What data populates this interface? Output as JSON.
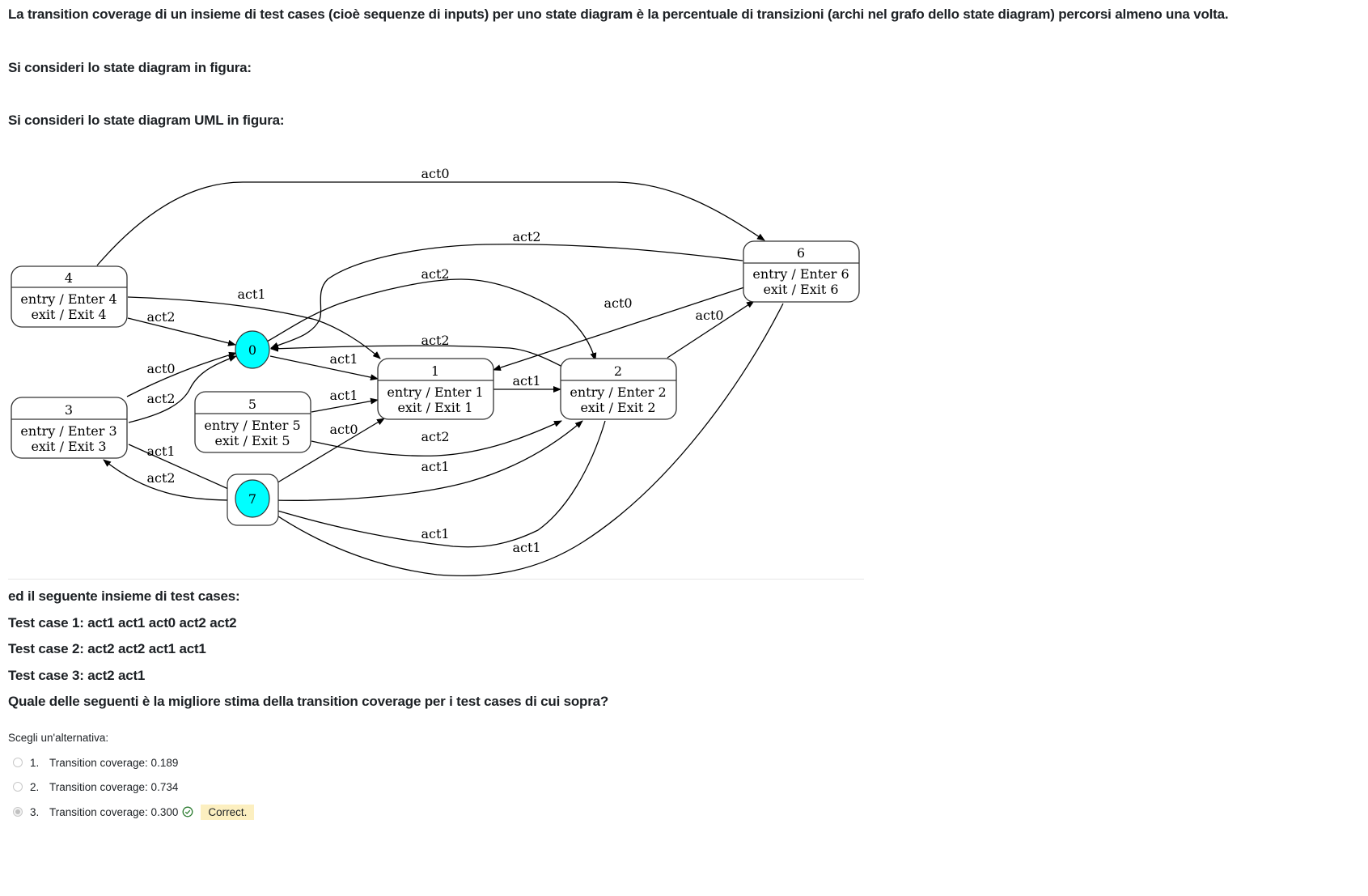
{
  "question": {
    "intro": "La transition coverage di un insieme di test cases (cioè sequenze di inputs) per uno state diagram è la percentuale di transizioni (archi nel grafo dello state diagram) percorsi almeno una volta.",
    "consider1": "Si consideri lo state diagram in figura:",
    "consider2": "Si consideri lo state diagram UML in figura:",
    "tc_intro": "ed il seguente insieme di test cases:",
    "test_cases": [
      "Test case 1: act1 act1 act0 act2 act2",
      "Test case 2: act2 act2 act1 act1",
      "Test case 3: act2 act1"
    ],
    "question_text": "Quale delle seguenti è la migliore stima della transition coverage per i test cases di cui sopra?"
  },
  "diagram": {
    "states": [
      {
        "id": "0",
        "kind": "initial",
        "label": "0"
      },
      {
        "id": "1",
        "kind": "state",
        "label": "1",
        "entry": "entry / Enter 1",
        "exit": "exit / Exit 1"
      },
      {
        "id": "2",
        "kind": "state",
        "label": "2",
        "entry": "entry / Enter 2",
        "exit": "exit / Exit 2"
      },
      {
        "id": "3",
        "kind": "state",
        "label": "3",
        "entry": "entry / Enter 3",
        "exit": "exit / Exit 3"
      },
      {
        "id": "4",
        "kind": "state",
        "label": "4",
        "entry": "entry / Enter 4",
        "exit": "exit / Exit 4"
      },
      {
        "id": "5",
        "kind": "state",
        "label": "5",
        "entry": "entry / Enter 5",
        "exit": "exit / Exit 5"
      },
      {
        "id": "6",
        "kind": "state",
        "label": "6",
        "entry": "entry / Enter 6",
        "exit": "exit / Exit 6"
      },
      {
        "id": "7",
        "kind": "final",
        "label": "7"
      }
    ],
    "transitions": [
      {
        "from": "4",
        "to": "6",
        "label": "act0"
      },
      {
        "from": "6",
        "to": "0",
        "label": "act2"
      },
      {
        "from": "0",
        "to": "2",
        "label": "act2"
      },
      {
        "from": "4",
        "to": "1",
        "label": "act1"
      },
      {
        "from": "4",
        "to": "0",
        "label": "act2"
      },
      {
        "from": "6",
        "to": "1",
        "label": "act0"
      },
      {
        "from": "2",
        "to": "6",
        "label": "act0"
      },
      {
        "from": "2",
        "to": "0",
        "label": "act2"
      },
      {
        "from": "0",
        "to": "1",
        "label": "act1"
      },
      {
        "from": "3",
        "to": "0",
        "label": "act0"
      },
      {
        "from": "3",
        "to": "0",
        "label": "act2"
      },
      {
        "from": "1",
        "to": "2",
        "label": "act1"
      },
      {
        "from": "5",
        "to": "1",
        "label": "act1"
      },
      {
        "from": "7",
        "to": "1",
        "label": "act0"
      },
      {
        "from": "5",
        "to": "2",
        "label": "act2"
      },
      {
        "from": "7",
        "to": "2",
        "label": "act1"
      },
      {
        "from": "3",
        "to": "7",
        "label": "act1"
      },
      {
        "from": "7",
        "to": "3",
        "label": "act2"
      },
      {
        "from": "2",
        "to": "7",
        "label": "act1"
      },
      {
        "from": "6",
        "to": "7",
        "label": "act1"
      }
    ]
  },
  "answers": {
    "prompt": "Scegli un'alternativa:",
    "options": [
      {
        "number": "1.",
        "text": "Transition coverage: 0.189",
        "selected": false
      },
      {
        "number": "2.",
        "text": "Transition coverage: 0.734",
        "selected": false
      },
      {
        "number": "3.",
        "text": "Transition coverage: 0.300",
        "selected": true,
        "feedback": "Correct."
      }
    ]
  },
  "colors": {
    "node_fill": "#00ffff",
    "correct_icon": "#2e7d32",
    "badge_bg": "#fcefc0"
  }
}
